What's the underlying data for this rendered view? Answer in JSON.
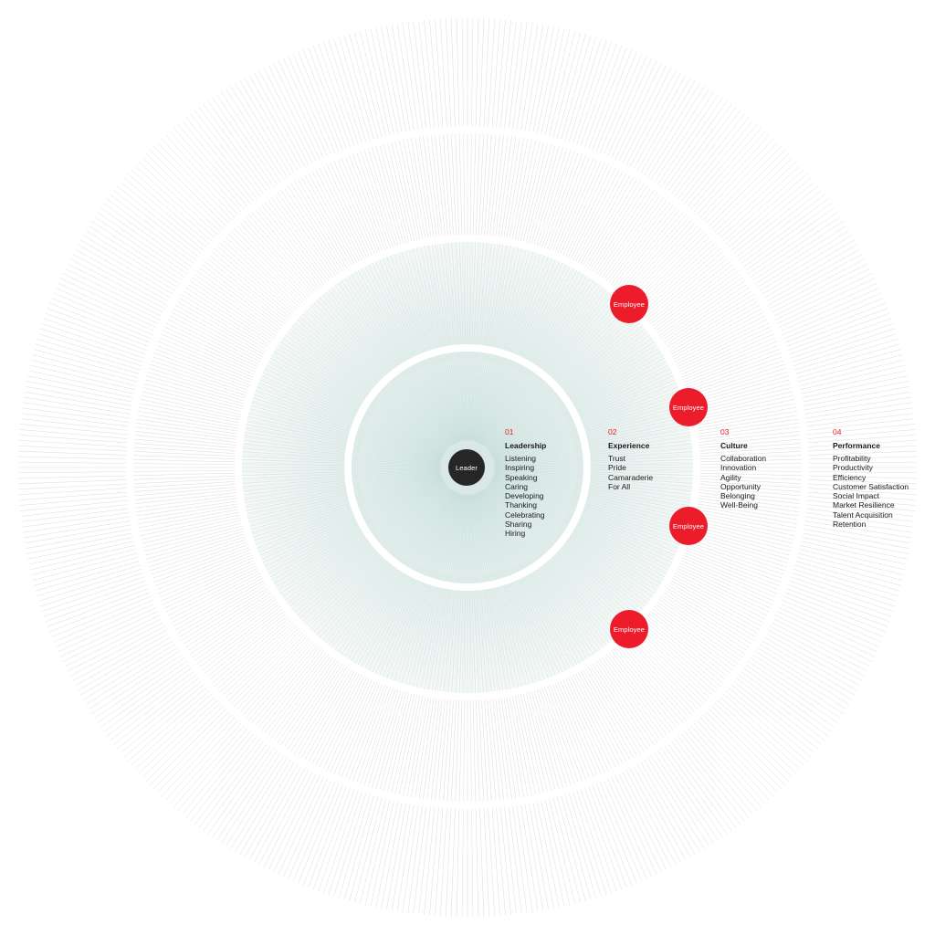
{
  "center_node": {
    "label": "Leader"
  },
  "employee_nodes": [
    {
      "label": "Employee"
    },
    {
      "label": "Employee"
    },
    {
      "label": "Employee"
    },
    {
      "label": "Employee"
    }
  ],
  "columns": [
    {
      "number": "01",
      "title": "Leadership",
      "items": [
        "Listening",
        "Inspiring",
        "Speaking",
        "Caring",
        "Developing",
        "Thanking",
        "Celebrating",
        "Sharing",
        "Hiring"
      ]
    },
    {
      "number": "02",
      "title": "Experience",
      "items": [
        "Trust",
        "Pride",
        "Camaraderie",
        "For All"
      ]
    },
    {
      "number": "03",
      "title": "Culture",
      "items": [
        "Collaboration",
        "Innovation",
        "Agility",
        "Opportunity",
        "Belonging",
        "Well-Being"
      ]
    },
    {
      "number": "04",
      "title": "Performance",
      "items": [
        "Profitability",
        "Productivity",
        "Efficiency",
        "Customer Satisfaction",
        "Social Impact",
        "Market Resilience",
        "Talent Acquisition",
        "Retention"
      ]
    }
  ],
  "colors": {
    "accent_red": "#ec1c2a",
    "leader_dark": "#262626",
    "inner_tint": "#cfe3df",
    "outer_lines": "#d4d4d4"
  }
}
